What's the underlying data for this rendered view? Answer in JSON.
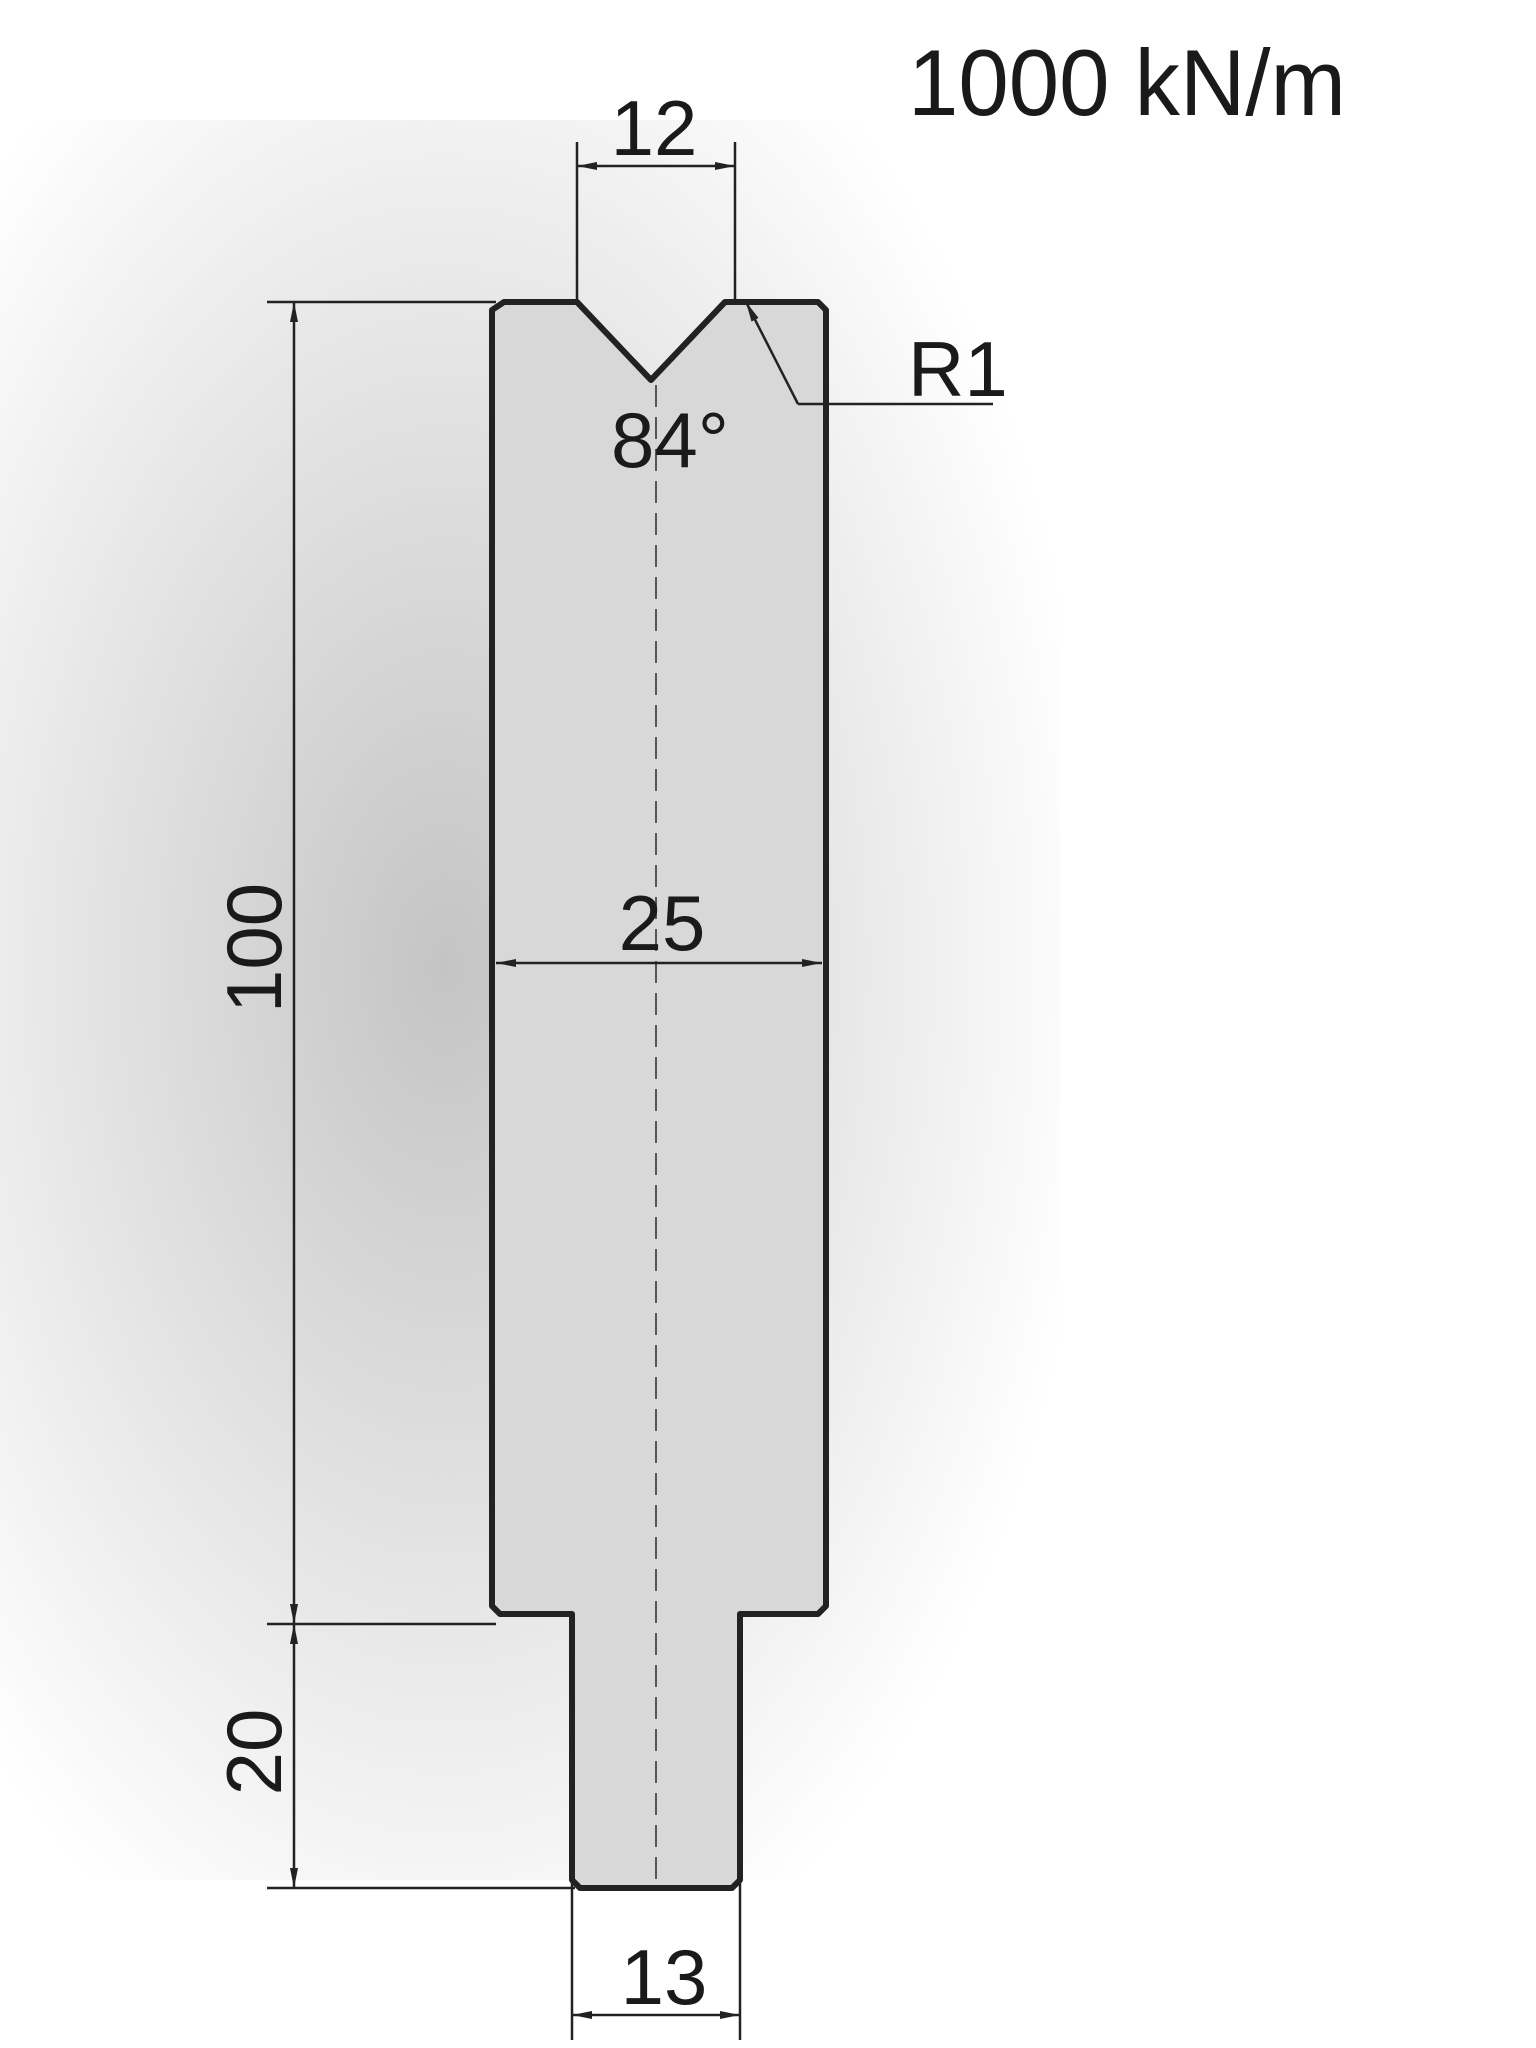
{
  "rating": {
    "text": "1000 kN/m"
  },
  "dimensions": {
    "tip_width": "12",
    "body_width": "25",
    "total_height": "100",
    "tang_height": "20",
    "tang_width": "13",
    "tip_radius": "R1",
    "tip_angle": "84°"
  },
  "colors": {
    "profile_fill": "#d8d8d8",
    "profile_stroke": "#222222",
    "dimension_line": "#222222",
    "background_shadow": "#cfcfcf"
  }
}
